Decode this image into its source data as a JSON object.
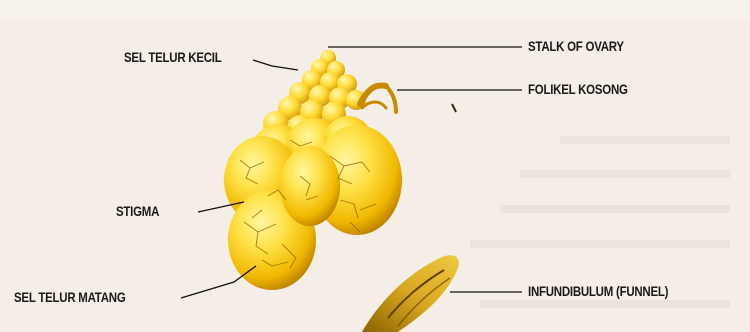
{
  "labels": {
    "sel_telur_kecil": "SEL TELUR KECIL",
    "stalk_of_ovary": "STALK OF OVARY",
    "folikel_kosong": "FOLIKEL KOSONG",
    "stigma": "STIGMA",
    "sel_telur_matang": "SEL TELUR MATANG",
    "infundibulum": "INFUNDIBULUM (FUNNEL)"
  },
  "colors": {
    "yolk_light": "#ffe95a",
    "yolk_mid": "#f2c200",
    "yolk_dark": "#b87d00",
    "leader_line": "#111111",
    "funnel": "#b88a0c"
  }
}
